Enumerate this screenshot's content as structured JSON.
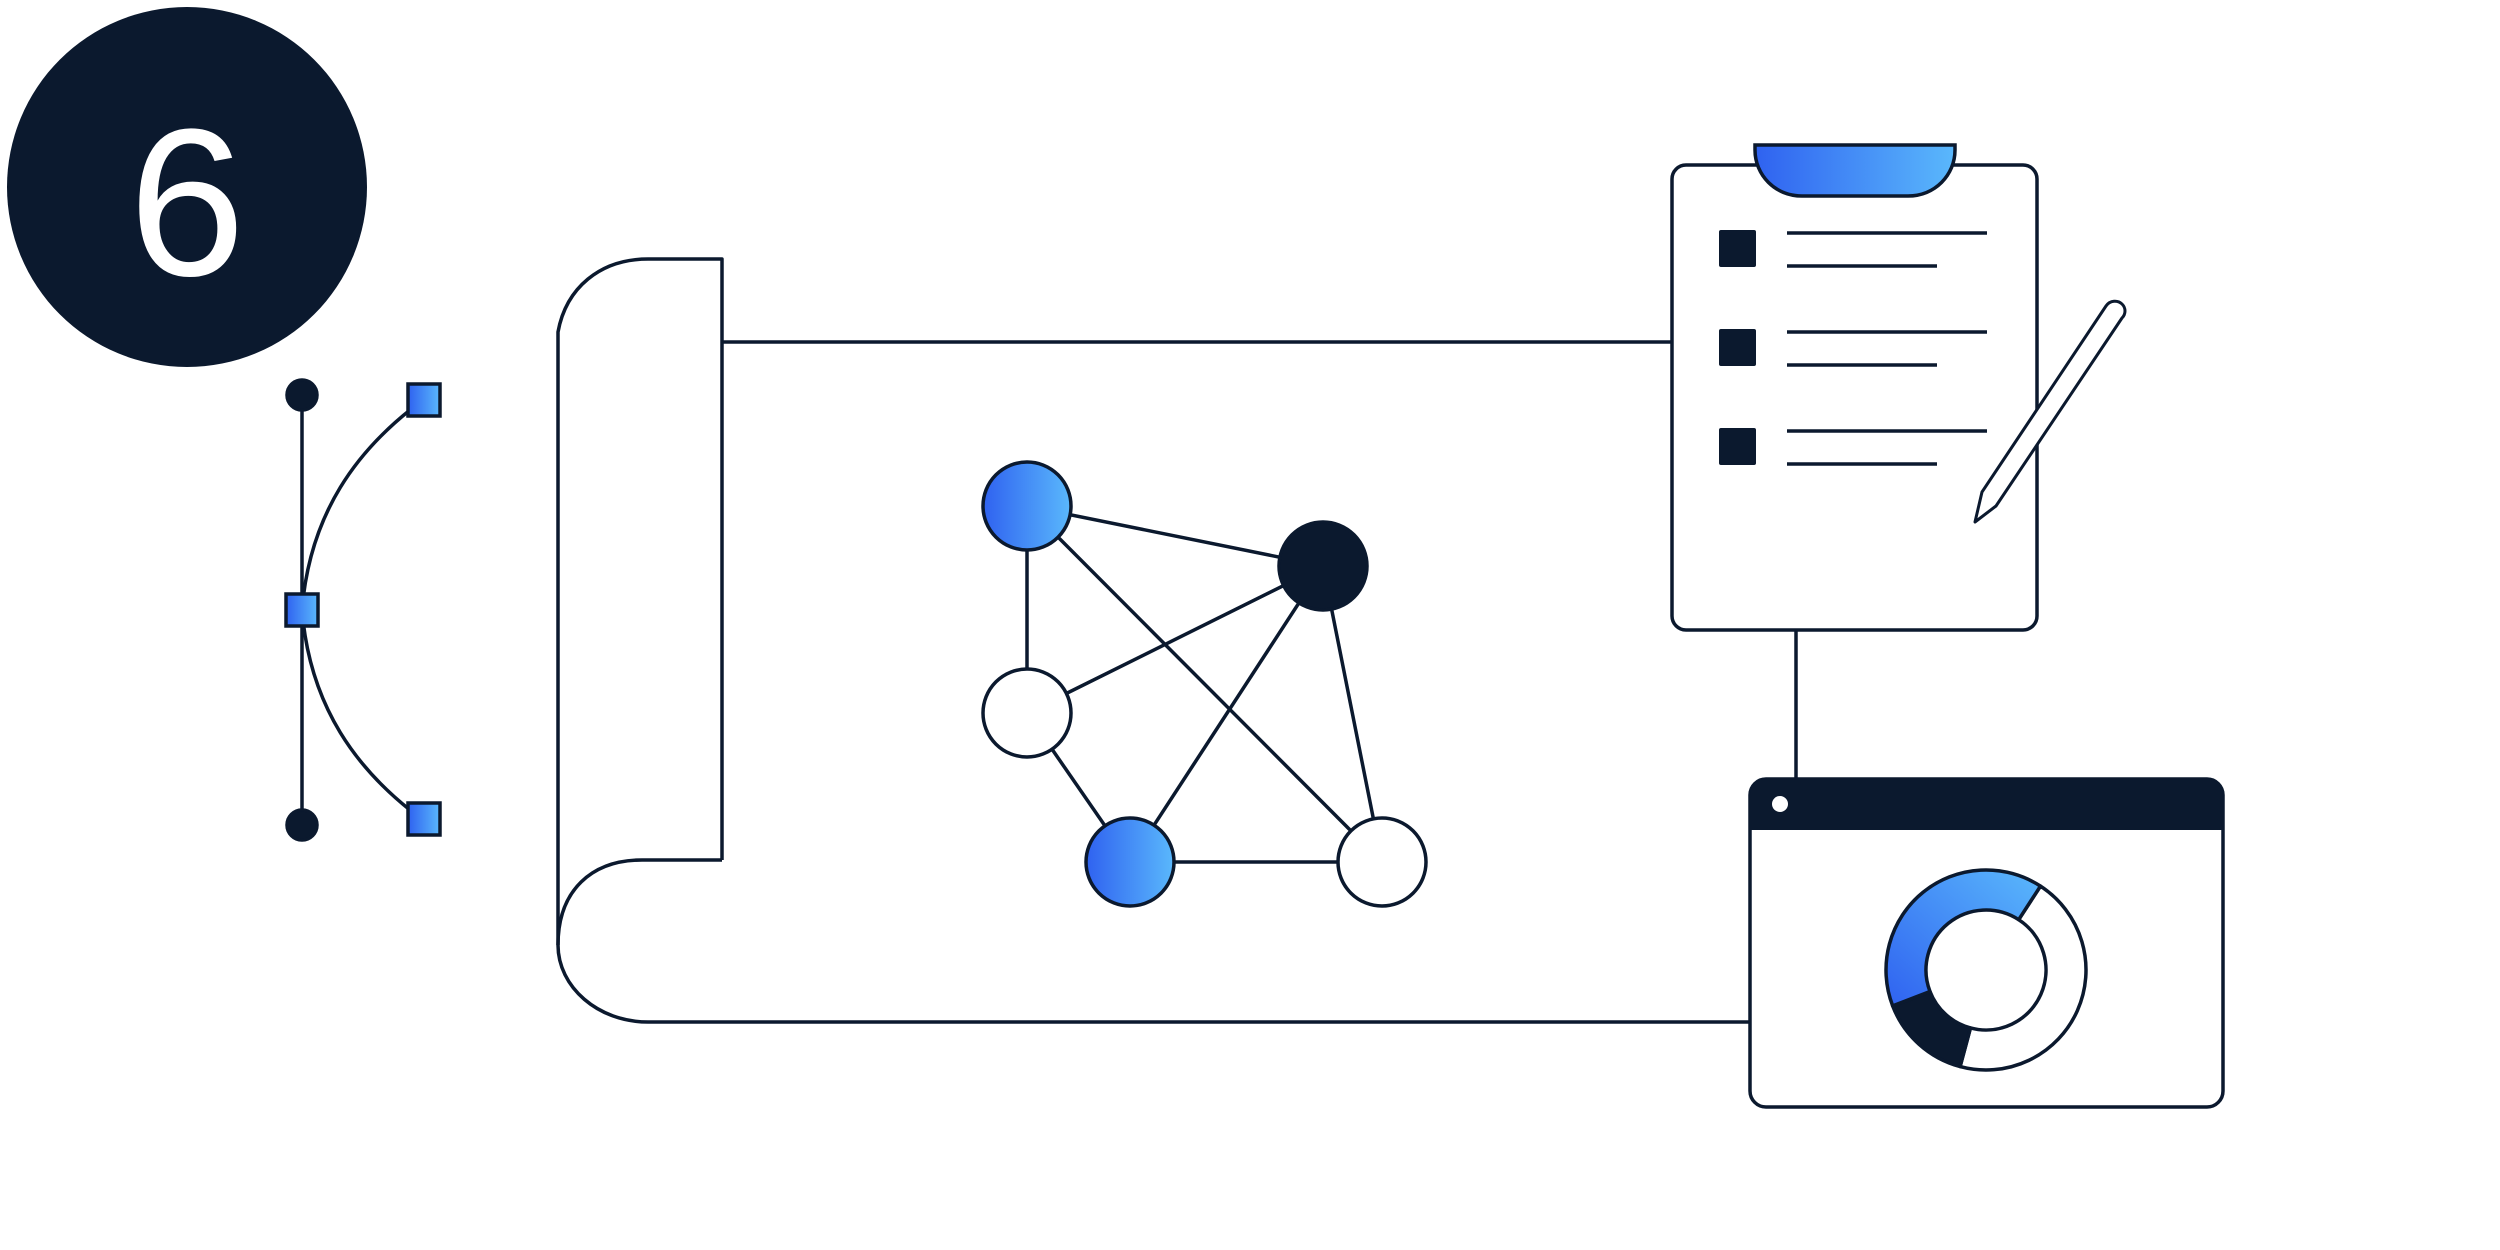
{
  "badge": {
    "number": "6"
  },
  "colors": {
    "ink": "#0B192E",
    "background": "#FFFFFF",
    "gradient_start": "#2F62F0",
    "gradient_end": "#5AB8FC"
  },
  "icons": [
    "bezier-curve-tool-icon",
    "scroll-blueprint-icon",
    "network-graph-icon",
    "clipboard-checklist-icon",
    "pencil-icon",
    "dashboard-window-icon",
    "donut-chart-icon"
  ],
  "network_graph": {
    "nodes": [
      {
        "id": "a",
        "fill": "gradient"
      },
      {
        "id": "b",
        "fill": "dark"
      },
      {
        "id": "c",
        "fill": "white"
      },
      {
        "id": "d",
        "fill": "gradient"
      },
      {
        "id": "e",
        "fill": "white"
      }
    ],
    "edges": [
      [
        "a",
        "b"
      ],
      [
        "a",
        "c"
      ],
      [
        "a",
        "e"
      ],
      [
        "c",
        "b"
      ],
      [
        "c",
        "d"
      ],
      [
        "d",
        "b"
      ],
      [
        "d",
        "e"
      ],
      [
        "b",
        "e"
      ]
    ]
  },
  "clipboard": {
    "checklist_items": 3
  },
  "dashboard": {
    "donut_segments": [
      {
        "name": "gradient",
        "share": 0.4
      },
      {
        "name": "dark",
        "share": 0.15
      },
      {
        "name": "white",
        "share": 0.45
      }
    ]
  }
}
